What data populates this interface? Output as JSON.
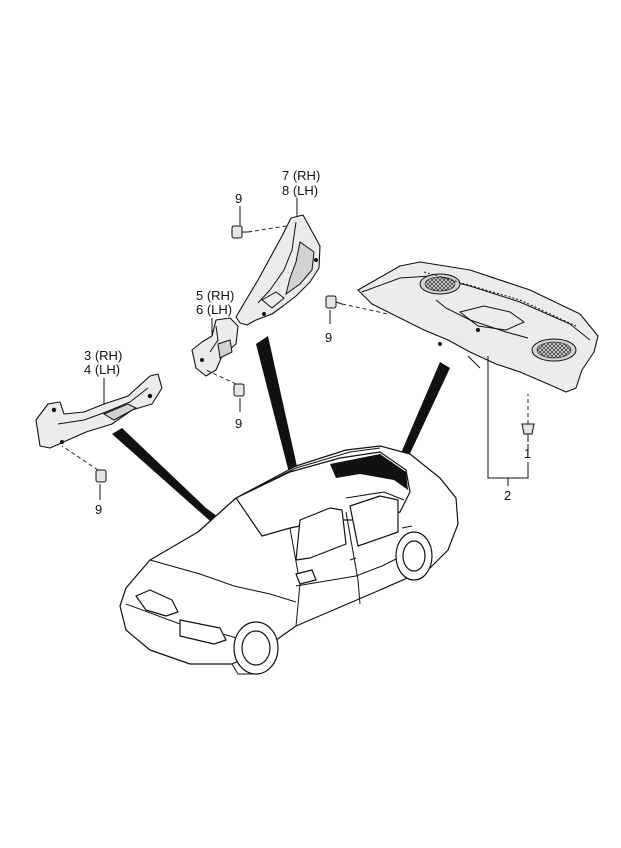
{
  "callouts": {
    "p78_rh": "7 (RH)",
    "p78_lh": "8 (LH)",
    "p56_rh": "5 (RH)",
    "p56_lh": "6 (LH)",
    "p34_rh": "3 (RH)",
    "p34_lh": "4 (LH)",
    "p9_upper": "9",
    "p9_mid": "9",
    "p9_low": "9",
    "p9_right": "9",
    "p1": "1",
    "p2": "2"
  },
  "icons": {
    "clip": "push-clip-icon",
    "grille": "speaker-grille-icon"
  }
}
